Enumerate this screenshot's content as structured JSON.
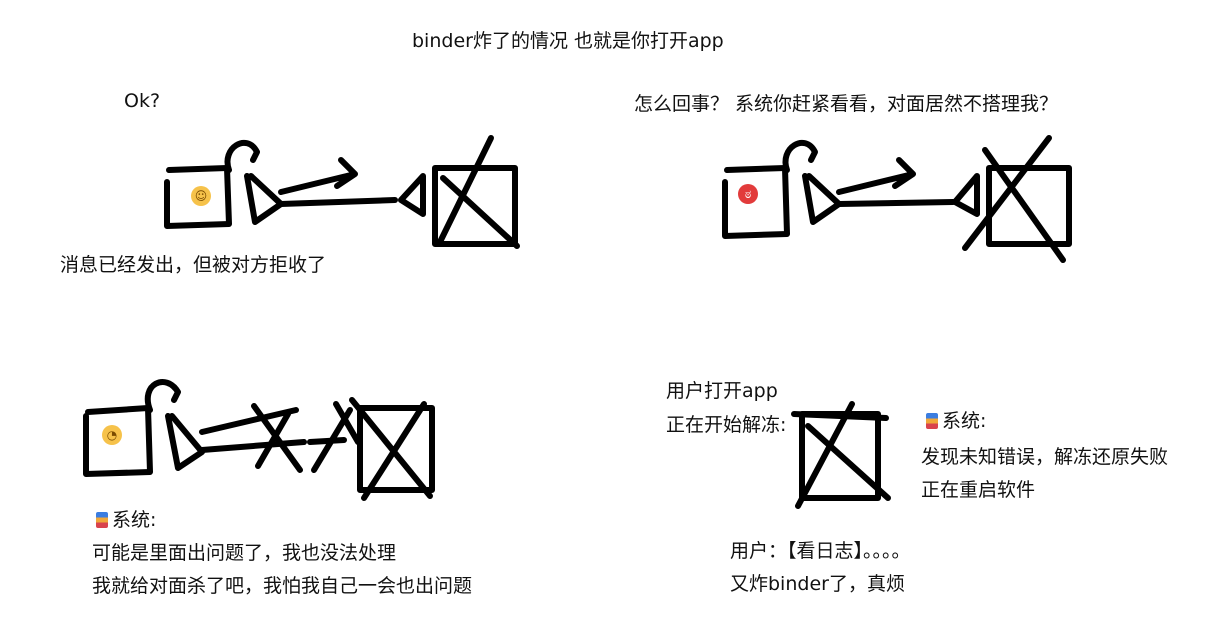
{
  "title": "binder炸了的情况 也就是你打开app",
  "panel1": {
    "caption_top": "Ok?",
    "caption_bottom": "消息已经发出，但被对方拒收了"
  },
  "panel2": {
    "caption_top": "怎么回事？ 系统你赶紧看看，对面居然不搭理我？"
  },
  "panel3": {
    "system_label": "系统:",
    "line1": "可能是里面出问题了，我也没法处理",
    "line2": "我就给对面杀了吧，我怕我自己一会也出问题"
  },
  "panel4": {
    "user_line1": "用户打开app",
    "user_line2": "正在开始解冻:",
    "system_label": "系统:",
    "sys_line1": "发现未知错误，解冻还原失败",
    "sys_line2": "正在重启软件",
    "bottom_line1": "用户：【看日志】。。。。",
    "bottom_line2": "又炸binder了，真烦"
  },
  "icons": {
    "emoji_panel1": "grinning-face",
    "emoji_panel2": "angry-face",
    "emoji_panel3": "eye-roll-face",
    "system_icon": "phone-app-icon"
  }
}
